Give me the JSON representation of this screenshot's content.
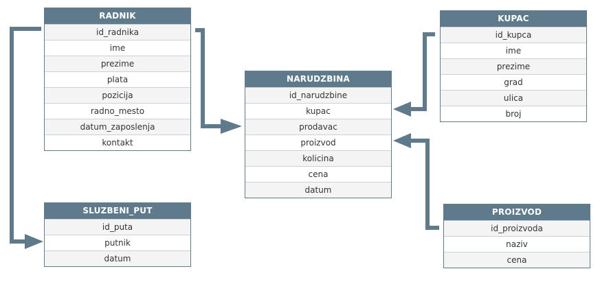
{
  "colors": {
    "header_bg": "#5f7a8a",
    "header_text": "#ffffff",
    "connector": "#5f7a8a",
    "row_alt_bg": "#f4f4f4"
  },
  "tables": {
    "radnik": {
      "title": "RADNIK",
      "fields": [
        "id_radnika",
        "ime",
        "prezime",
        "plata",
        "pozicija",
        "radno_mesto",
        "datum_zaposlenja",
        "kontakt"
      ]
    },
    "narudzbina": {
      "title": "NARUDZBINA",
      "fields": [
        "id_narudzbine",
        "kupac",
        "prodavac",
        "proizvod",
        "kolicina",
        "cena",
        "datum"
      ]
    },
    "kupac": {
      "title": "KUPAC",
      "fields": [
        "id_kupca",
        "ime",
        "prezime",
        "grad",
        "ulica",
        "broj"
      ]
    },
    "sluzbeni_put": {
      "title": "SLUZBENI_PUT",
      "fields": [
        "id_puta",
        "putnik",
        "datum"
      ]
    },
    "proizvod": {
      "title": "PROIZVOD",
      "fields": [
        "id_proizvoda",
        "naziv",
        "cena"
      ]
    }
  },
  "relations": [
    {
      "from": "radnik.id_radnika",
      "to": "narudzbina.prodavac"
    },
    {
      "from": "radnik.id_radnika",
      "to": "sluzbeni_put.putnik"
    },
    {
      "from": "kupac.id_kupca",
      "to": "narudzbina.kupac"
    },
    {
      "from": "proizvod.id_proizvoda",
      "to": "narudzbina.proizvod"
    }
  ]
}
